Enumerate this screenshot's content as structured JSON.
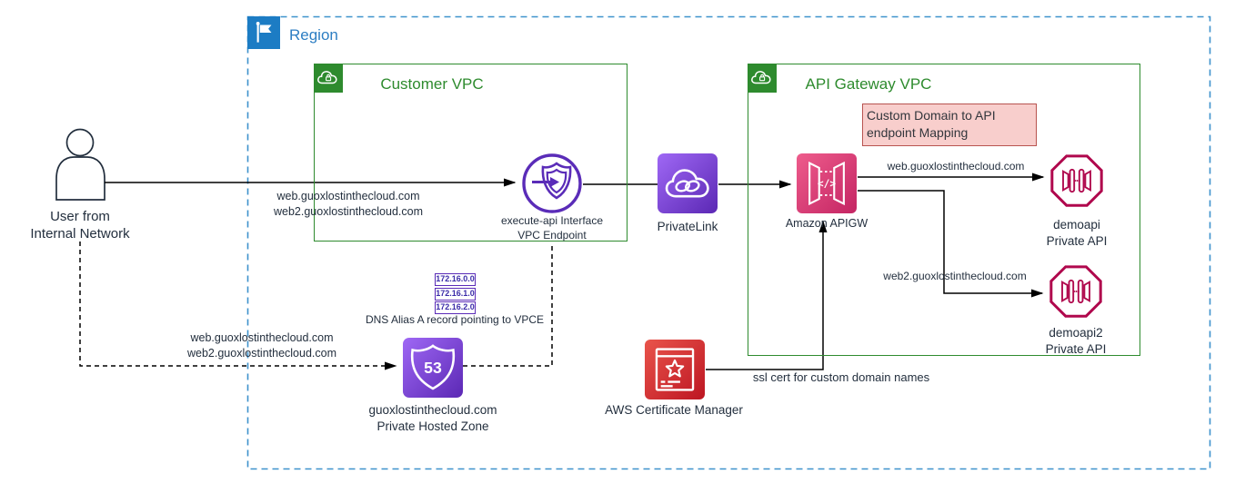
{
  "region": {
    "label": "Region"
  },
  "customer_vpc": {
    "label": "Customer VPC"
  },
  "api_gateway_vpc": {
    "label": "API Gateway VPC"
  },
  "note": {
    "line1": "Custom Domain to API",
    "line2": "endpoint Mapping"
  },
  "user": {
    "line1": "User from",
    "line2": "Internal Network"
  },
  "vpc_endpoint": {
    "line1": "execute-api Interface",
    "line2": "VPC Endpoint"
  },
  "privatelink": {
    "label": "PrivateLink"
  },
  "apigw": {
    "label": "Amazon APIGW"
  },
  "demoapi": {
    "line1": "demoapi",
    "line2": "Private API"
  },
  "demoapi2": {
    "line1": "demoapi2",
    "line2": "Private API"
  },
  "acm": {
    "label": "AWS Certificate Manager"
  },
  "route53": {
    "line1": "guoxlostinthecloud.com",
    "line2": "Private Hosted Zone"
  },
  "dns": {
    "records": [
      "172.16.0.0",
      "172.16.1.0",
      "172.16.2.0"
    ],
    "note": "DNS Alias A record pointing to VPCE"
  },
  "edges": {
    "user_to_endpoint": {
      "line1": "web.guoxlostinthecloud.com",
      "line2": "web2.guoxlostinthecloud.com"
    },
    "apigw_to_demoapi": "web.guoxlostinthecloud.com",
    "apigw_to_demoapi2": "web2.guoxlostinthecloud.com",
    "user_to_route53": {
      "line1": "web.guoxlostinthecloud.com",
      "line2": "web2.guoxlostinthecloud.com"
    },
    "acm_to_apigw": "ssl cert for custom domain names"
  },
  "icon_glyphs": {
    "route53_number": "53",
    "apigw_code": "</>"
  },
  "colors": {
    "region_blue": "#1C7CC4",
    "region_border_blue": "#3E92CC",
    "vpc_green": "#2E8B2E",
    "networking_purple": "#5B28B4",
    "apigw_pink": "#C42563",
    "private_api_maroon": "#B0084D",
    "acm_red": "#BD1622",
    "note_fill": "#F8CECC",
    "note_border": "#B85450",
    "connector": "#000000",
    "label_text": "#232F3E"
  }
}
